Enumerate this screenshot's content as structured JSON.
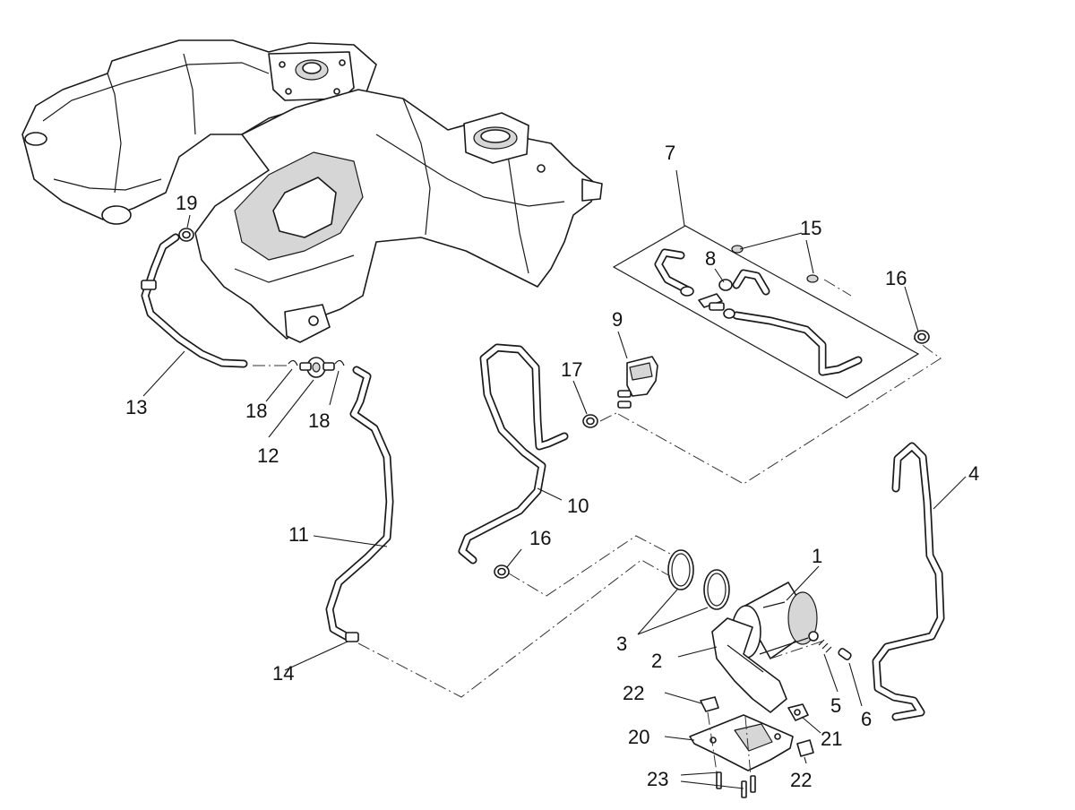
{
  "callouts": [
    {
      "id": "c1",
      "text": "1"
    },
    {
      "id": "c2",
      "text": "2"
    },
    {
      "id": "c3",
      "text": "3"
    },
    {
      "id": "c4",
      "text": "4"
    },
    {
      "id": "c5",
      "text": "5"
    },
    {
      "id": "c6",
      "text": "6"
    },
    {
      "id": "c7",
      "text": "7"
    },
    {
      "id": "c8",
      "text": "8"
    },
    {
      "id": "c9",
      "text": "9"
    },
    {
      "id": "c10",
      "text": "10"
    },
    {
      "id": "c11",
      "text": "11"
    },
    {
      "id": "c12",
      "text": "12"
    },
    {
      "id": "c13",
      "text": "13"
    },
    {
      "id": "c14",
      "text": "14"
    },
    {
      "id": "c15",
      "text": "15"
    },
    {
      "id": "c16a",
      "text": "16"
    },
    {
      "id": "c16b",
      "text": "16"
    },
    {
      "id": "c17",
      "text": "17"
    },
    {
      "id": "c18a",
      "text": "18"
    },
    {
      "id": "c18b",
      "text": "18"
    },
    {
      "id": "c19",
      "text": "19"
    },
    {
      "id": "c20",
      "text": "20"
    },
    {
      "id": "c21",
      "text": "21"
    },
    {
      "id": "c22a",
      "text": "22"
    },
    {
      "id": "c22b",
      "text": "22"
    },
    {
      "id": "c23",
      "text": "23"
    }
  ]
}
